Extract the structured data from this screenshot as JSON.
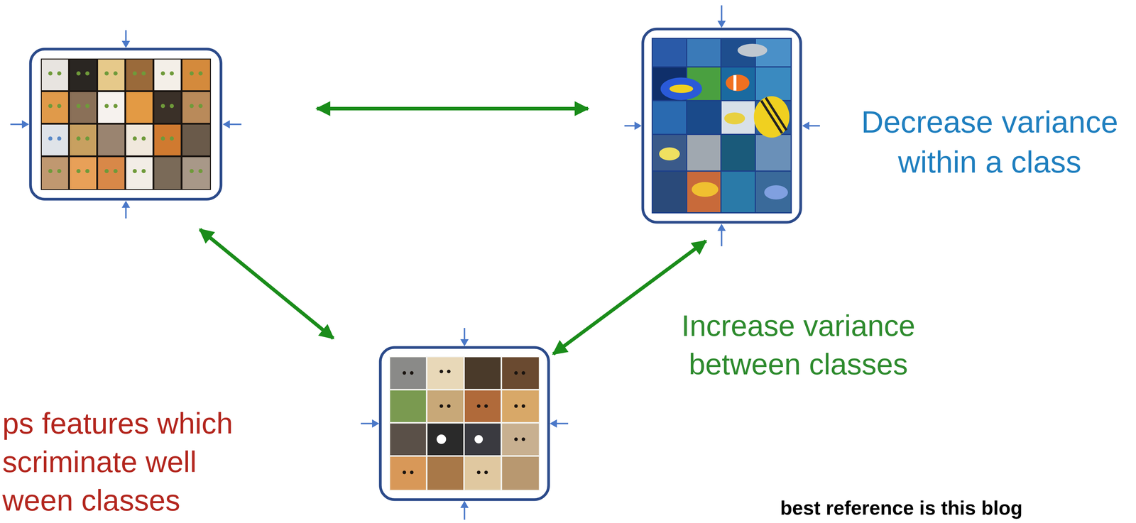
{
  "diagram": {
    "labels": [
      "Decrease variance within a class",
      "Increase variance between classes",
      "ps features which scriminate well ween classes",
      "best reference is this blog"
    ]
  }
}
